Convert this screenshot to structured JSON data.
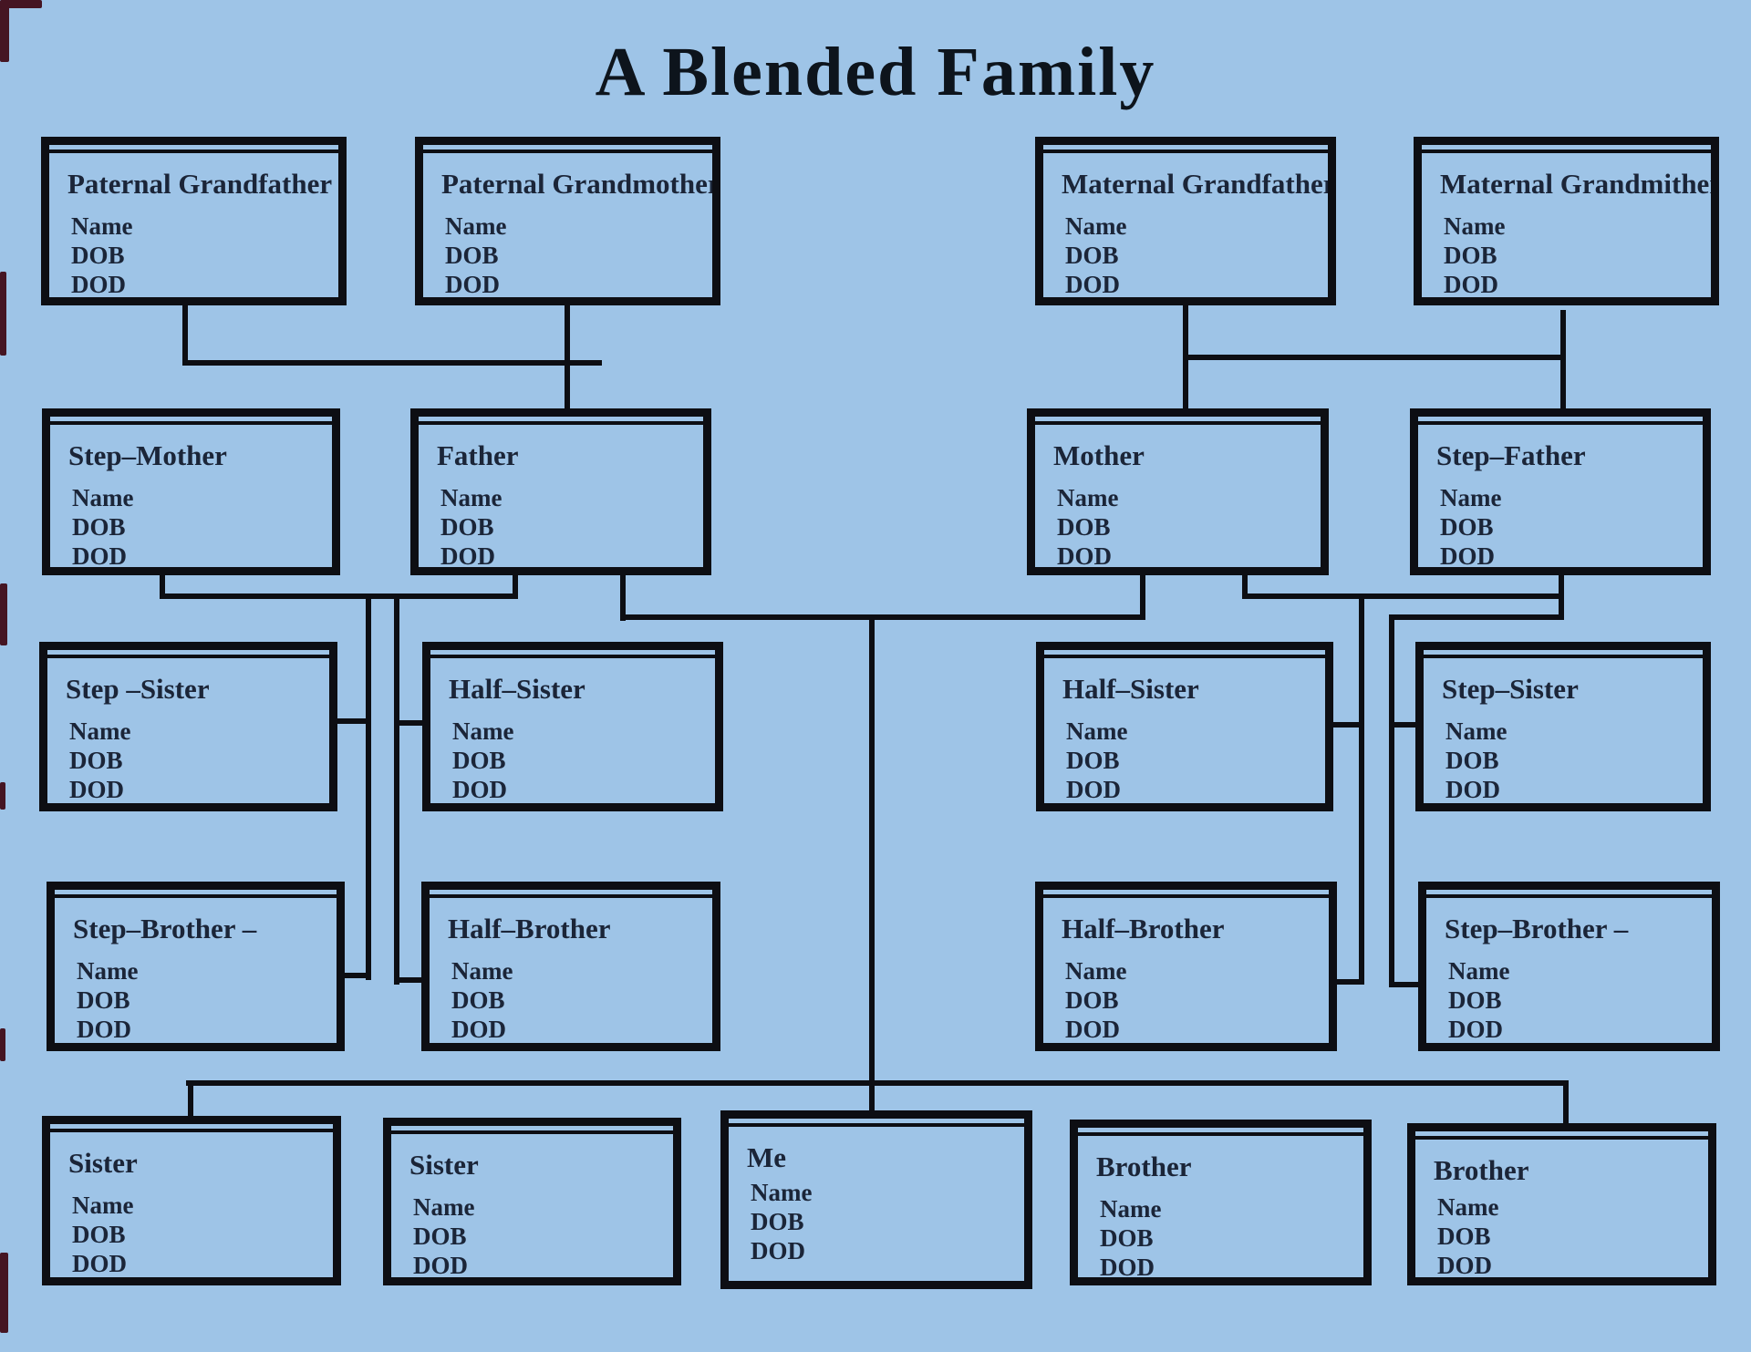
{
  "title": "A Blended Family",
  "colors": {
    "background": "#9ec4e7",
    "line": "#0d0e13",
    "text": "#1b2538",
    "title_color": "#0d141c",
    "artifact": "#451523"
  },
  "fields": [
    "Name",
    "DOB",
    "DOD"
  ],
  "boxes": [
    {
      "id": "paternal-grandfather",
      "label": "Paternal Grandfather"
    },
    {
      "id": "paternal-grandmother",
      "label": "Paternal Grandmother"
    },
    {
      "id": "maternal-grandfather",
      "label": "Maternal Grandfather"
    },
    {
      "id": "maternal-grandmother",
      "label": "Maternal Grandmither"
    },
    {
      "id": "step-mother",
      "label": "Step–Mother"
    },
    {
      "id": "father",
      "label": "Father"
    },
    {
      "id": "mother",
      "label": "Mother"
    },
    {
      "id": "step-father",
      "label": "Step–Father"
    },
    {
      "id": "step-sister-left",
      "label": "Step –Sister"
    },
    {
      "id": "half-sister-left",
      "label": "Half–Sister"
    },
    {
      "id": "half-sister-right",
      "label": "Half–Sister"
    },
    {
      "id": "step-sister-right",
      "label": "Step–Sister"
    },
    {
      "id": "step-brother-left",
      "label": "Step–Brother –"
    },
    {
      "id": "half-brother-left",
      "label": "Half–Brother"
    },
    {
      "id": "half-brother-right",
      "label": "Half–Brother"
    },
    {
      "id": "step-brother-right",
      "label": "Step–Brother –"
    },
    {
      "id": "sister-1",
      "label": "Sister"
    },
    {
      "id": "sister-2",
      "label": "Sister"
    },
    {
      "id": "me",
      "label": "Me"
    },
    {
      "id": "brother-1",
      "label": "Brother"
    },
    {
      "id": "brother-2",
      "label": "Brother"
    }
  ]
}
